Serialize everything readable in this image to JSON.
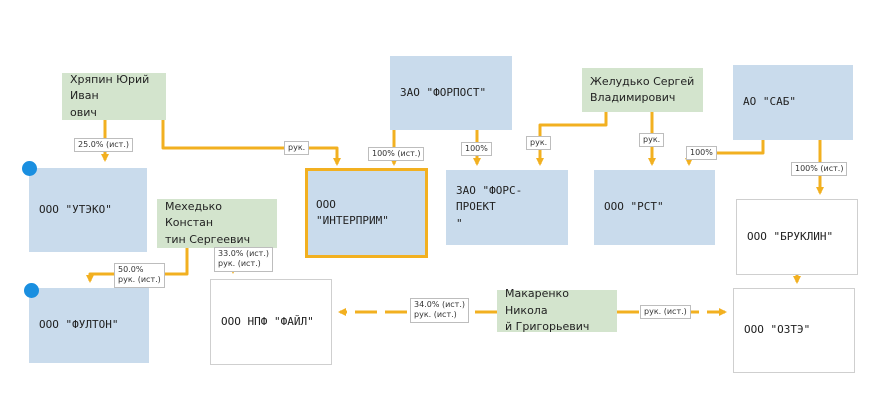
{
  "colors": {
    "edge": "#f2b020",
    "company_fill": "#c9dbec",
    "person_fill": "#d3e4cd",
    "selected_border": "#f2b020",
    "marker_dot": "#1a8fe0"
  },
  "nodes": {
    "khryapin": "Хряпин Юрий Иван\nович",
    "utzko": "ООО \"УТЭКО\"",
    "mekhedko": "Мехедько Констан\nтин Сергеевич",
    "fulton": "ООО \"ФУЛТОН\"",
    "forpost": "ЗАО \"ФОРПОСТ\"",
    "interprim": "ООО \"ИНТЕРПРИМ\"",
    "fors_proekt": "ЗАО \"ФОРС-ПРОЕКТ\n\"",
    "zheludko": "Желудько Сергей\nВладимирович",
    "rst": "ООО \"РСТ\"",
    "sab": "АО \"САБ\"",
    "bruklin": "ООО \"БРУКЛИН\"",
    "npf_fail": "ООО НПФ \"ФАЙЛ\"",
    "makarenko": "Макаренко Никола\nй Григорьевич",
    "ozte": "ООО \"ОЗТЭ\""
  },
  "edge_labels": {
    "khryapin_utzko": "25.0% (ист.)",
    "khryapin_interprim": "рук.",
    "forpost_interprim": "100% (ист.)",
    "forpost_fors": "100%",
    "zheludko_fors": "рук.",
    "zheludko_rst": "рук.",
    "sab_rst": "100%",
    "sab_bruklin": "100% (ист.)",
    "mekhedko_fulton": "50.0%\nрук. (ист.)",
    "mekhedko_fail": "33.0% (ист.)\nрук. (ист.)",
    "makarenko_fail": "34.0% (ист.)\nрук. (ист.)",
    "makarenko_ozte": "рук. (ист.)"
  }
}
